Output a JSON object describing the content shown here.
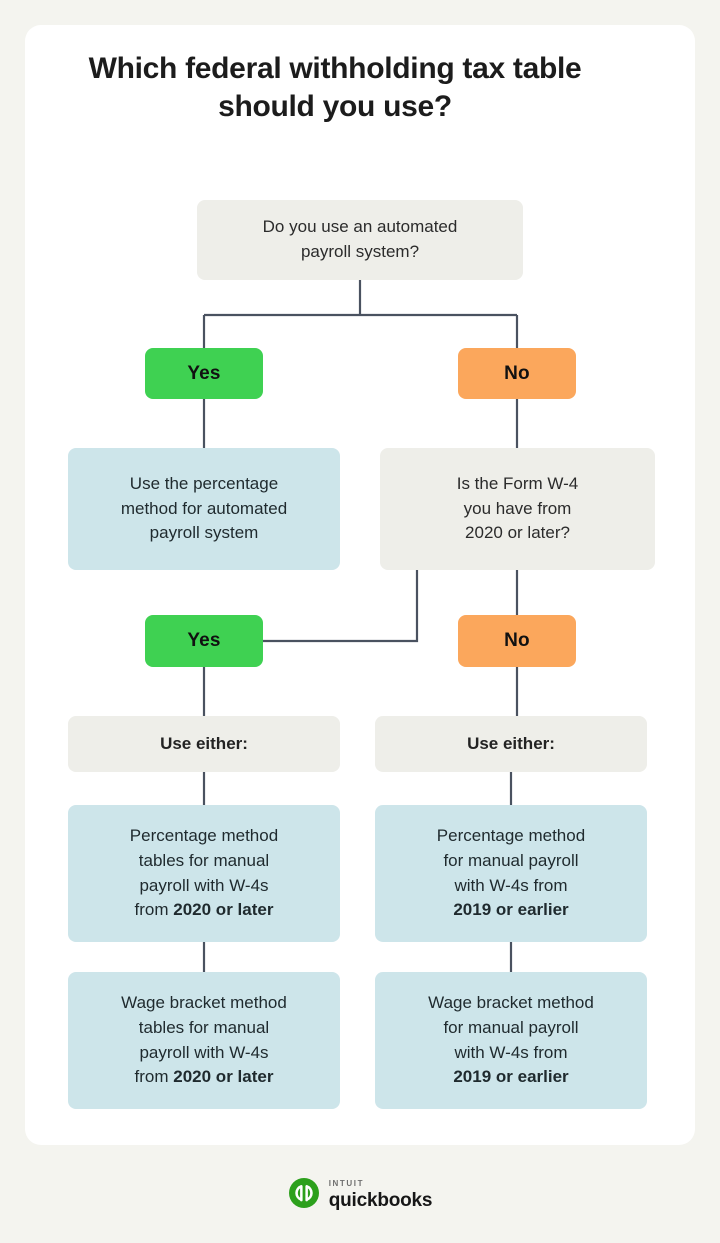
{
  "page": {
    "background_color": "#f4f4ef",
    "card_color": "#ffffff",
    "title": "Which federal withholding tax table should you use?"
  },
  "colors": {
    "yes_green": "#3fd152",
    "no_orange": "#fba75c",
    "result_blue": "#cde5ea",
    "question_gray": "#eeeee9",
    "connector_line": "#4a5260",
    "brand_green": "#2ca01c"
  },
  "chart_data": {
    "type": "diagram",
    "title": "Which federal withholding tax table should you use?",
    "nodes": [
      {
        "id": "q1",
        "kind": "question",
        "text": "Do you use an automated payroll system?"
      },
      {
        "id": "yes1",
        "kind": "answer-yes",
        "text": "Yes"
      },
      {
        "id": "no1",
        "kind": "answer-no",
        "text": "No"
      },
      {
        "id": "r1",
        "kind": "result",
        "text": "Use the percentage method for automated payroll system"
      },
      {
        "id": "q2",
        "kind": "question",
        "text": "Is the Form W-4 you have from 2020 or later?"
      },
      {
        "id": "yes2",
        "kind": "answer-yes",
        "text": "Yes"
      },
      {
        "id": "no2",
        "kind": "answer-no",
        "text": "No"
      },
      {
        "id": "either_left",
        "kind": "label",
        "text": "Use either:"
      },
      {
        "id": "either_right",
        "kind": "label",
        "text": "Use either:"
      },
      {
        "id": "r2",
        "kind": "result",
        "text": "Percentage method tables for manual payroll with W-4s from 2020 or later",
        "emphasis": "2020 or later"
      },
      {
        "id": "r3",
        "kind": "result",
        "text": "Wage bracket method tables for manual payroll with W-4s from 2020 or later",
        "emphasis": "2020 or later"
      },
      {
        "id": "r4",
        "kind": "result",
        "text": "Percentage method for manual payroll with W-4s from 2019 or earlier",
        "emphasis": "2019 or earlier"
      },
      {
        "id": "r5",
        "kind": "result",
        "text": "Wage bracket method for manual payroll with W-4s from 2019 or earlier",
        "emphasis": "2019 or earlier"
      }
    ],
    "edges": [
      {
        "from": "q1",
        "to": "yes1"
      },
      {
        "from": "q1",
        "to": "no1"
      },
      {
        "from": "yes1",
        "to": "r1"
      },
      {
        "from": "no1",
        "to": "q2"
      },
      {
        "from": "q2",
        "to": "yes2"
      },
      {
        "from": "q2",
        "to": "no2"
      },
      {
        "from": "yes2",
        "to": "either_left"
      },
      {
        "from": "no2",
        "to": "either_right"
      },
      {
        "from": "either_left",
        "to": "r2"
      },
      {
        "from": "r2",
        "to": "r3"
      },
      {
        "from": "either_right",
        "to": "r4"
      },
      {
        "from": "r4",
        "to": "r5"
      }
    ]
  },
  "flow": {
    "q1": "Do you use an automated\npayroll system?",
    "yes1": "Yes",
    "no1": "No",
    "r1": "Use the percentage\nmethod for automated\npayroll system",
    "q2": "Is the Form W-4\nyou have from\n2020 or later?",
    "yes2": "Yes",
    "no2": "No",
    "either_left": "Use either:",
    "either_right": "Use either:",
    "r2": {
      "lead": "Percentage method\ntables for manual\npayroll with W-4s\nfrom ",
      "strong": "2020 or later"
    },
    "r3": {
      "lead": "Wage bracket method\ntables for manual\npayroll with W-4s\nfrom ",
      "strong": "2020 or later"
    },
    "r4": {
      "lead": "Percentage method\nfor manual payroll\nwith W-4s from\n",
      "strong": "2019 or earlier"
    },
    "r5": {
      "lead": "Wage bracket method\nfor manual payroll\nwith W-4s from\n",
      "strong": "2019 or earlier"
    }
  },
  "footer": {
    "brand_top": "Intuit",
    "brand_bottom": "quickbooks",
    "mark_text": "qb"
  }
}
